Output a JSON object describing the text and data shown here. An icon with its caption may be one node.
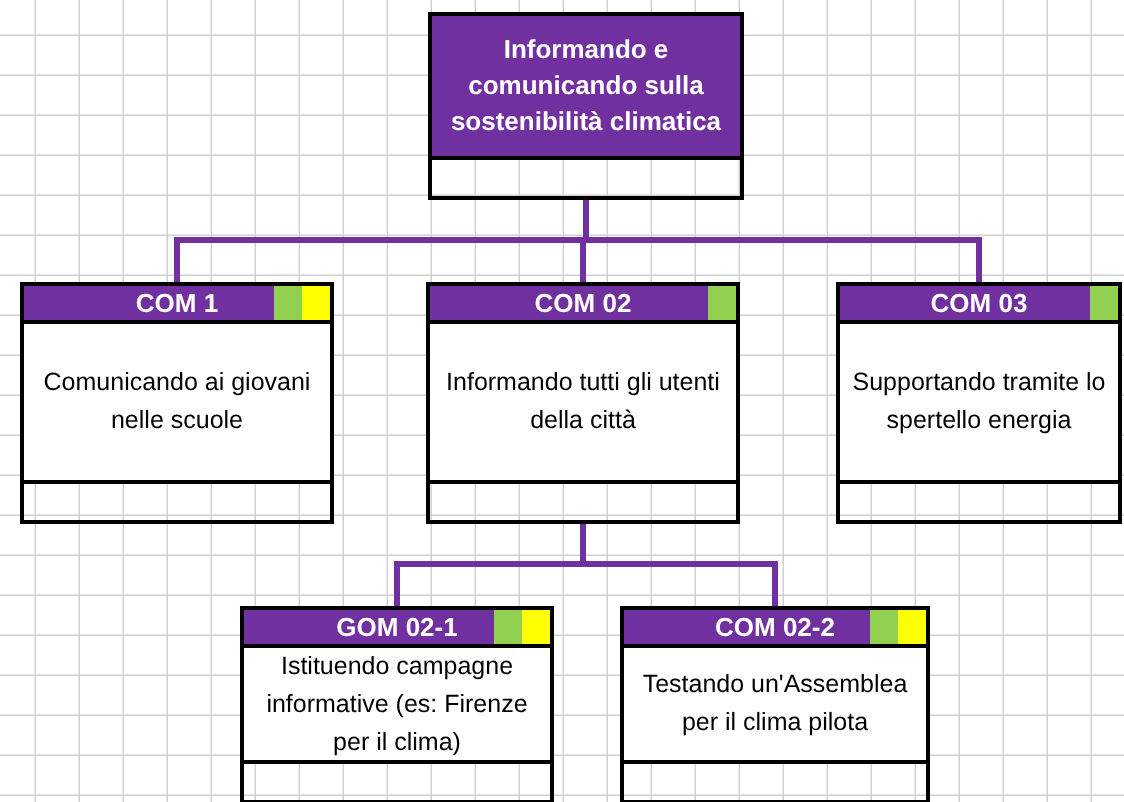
{
  "diagram": {
    "nodes": [
      {
        "text": [
          "Informando e comunicando sulla sostenibilità climatica"
        ]
      },
      {
        "text": [
          "COM 1",
          "Comunicando ai giovani nelle scuole"
        ]
      },
      {
        "text": [
          "COM 02",
          "Informando tutti gli utenti della città"
        ]
      },
      {
        "text": [
          "COM 03",
          "Supportando tramite lo spertello energia"
        ]
      },
      {
        "text": [
          "GOM 02-1",
          "Istituendo campagne informative (es: Firenze per il clima)"
        ]
      },
      {
        "text": [
          "COM 02-2",
          "Testando un'Assemblea per il clima pilota"
        ]
      }
    ],
    "edges": [
      {
        "from": 0,
        "to": 1,
        "arrow": "none"
      },
      {
        "from": 0,
        "to": 2,
        "arrow": "none"
      },
      {
        "from": 0,
        "to": 3,
        "arrow": "none"
      },
      {
        "from": 2,
        "to": 4,
        "arrow": "none"
      },
      {
        "from": 2,
        "to": 5,
        "arrow": "none"
      }
    ]
  }
}
